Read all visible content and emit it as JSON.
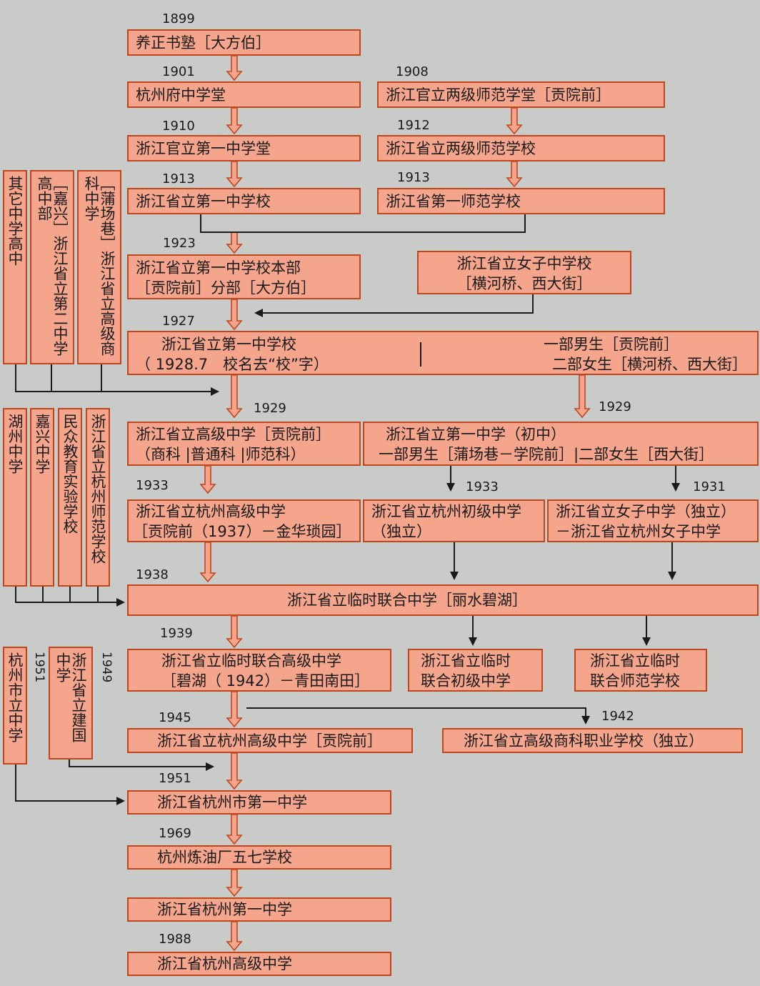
{
  "years": {
    "y1899": "1899",
    "y1901": "1901",
    "y1908": "1908",
    "y1910": "1910",
    "y1912": "1912",
    "y1913a": "1913",
    "y1913b": "1913",
    "y1923": "1923",
    "y1927": "1927",
    "y1929a": "1929",
    "y1929b": "1929",
    "y1933a": "1933",
    "y1933b": "1933",
    "y1931": "1931",
    "y1938": "1938",
    "y1939": "1939",
    "y1945": "1945",
    "y1942": "1942",
    "y1951": "1951",
    "y1969": "1969",
    "y1988": "1988",
    "y1951v": "1951",
    "y1949v": "1949"
  },
  "boxes": {
    "b1899": "养正书塾［大方伯］",
    "b1901": "杭州府中学堂",
    "b1908": "浙江官立两级师范学堂［贡院前］",
    "b1910": "浙江官立第一中学堂",
    "b1912": "浙江省立两级师范学校",
    "b1913a": "浙江省立第一中学校",
    "b1913b": "浙江省第一师范学校",
    "b1923_l1": "浙江省立第一中学校本部",
    "b1923_l2": "［贡院前］分部［大方伯］",
    "bgirls_l1": "浙江省立女子中学校",
    "bgirls_l2": "［横河桥、西大街］",
    "b1927_l1": "浙江省立第一中学校",
    "b1927_l2": "（ 1928.7　校名去“校”字）",
    "b1927_r1": "一部男生［贡院前］",
    "b1927_r2": "二部女生［横河桥、西大街］",
    "b1929a_l1": "浙江省立高级中学［贡院前］",
    "b1929a_l2": "（商科 |普通科 |师范科）",
    "b1929b_l1": "浙江省立第一中学（初中）",
    "b1929b_l2": "一部男生［蒲场巷－学院前］|二部女生［西大街］",
    "b1933a_l1": "浙江省立杭州高级中学",
    "b1933a_l2": "［贡院前（1937）－金华琐园］",
    "b1933b_l1": "浙江省立杭州初级中学",
    "b1933b_l2": "（独立）",
    "b1931_l1": "浙江省立女子中学（独立）",
    "b1931_l2": "－浙江省立杭州女子中学",
    "b1938": "浙江省立临时联合中学［丽水碧湖］",
    "b1939a_l1": "浙江省立临时联合高级中学",
    "b1939a_l2": "［碧湖（ 1942）－青田南田］",
    "b1939b_l1": "浙江省立临时",
    "b1939b_l2": "联合初级中学",
    "b1939c_l1": "浙江省立临时",
    "b1939c_l2": "联合师范学校",
    "b1945": "浙江省立杭州高级中学［贡院前］",
    "b1942": "浙江省立高级商科职业学校（独立）",
    "b1951": "浙江省杭州市第一中学",
    "b1969": "杭州炼油厂五七学校",
    "b1970s": "浙江省杭州第一中学",
    "b1988": "浙江省杭州高级中学"
  },
  "vboxes": {
    "v_other": "其它中学高中",
    "v_jiaxing": "［嘉兴］浙江省立第二中学高中部",
    "v_puchang": "［蒲场巷］浙江省立高级商科中学",
    "v_huzhou": "湖州中学",
    "v_jiaxingzx": "嘉兴中学",
    "v_minzhong": "民众教育实验学校",
    "v_hzsf": "浙江省立杭州师范学校",
    "v_hzsl": "杭州市立中学",
    "v_jianguo": "浙江省立建国中学"
  }
}
